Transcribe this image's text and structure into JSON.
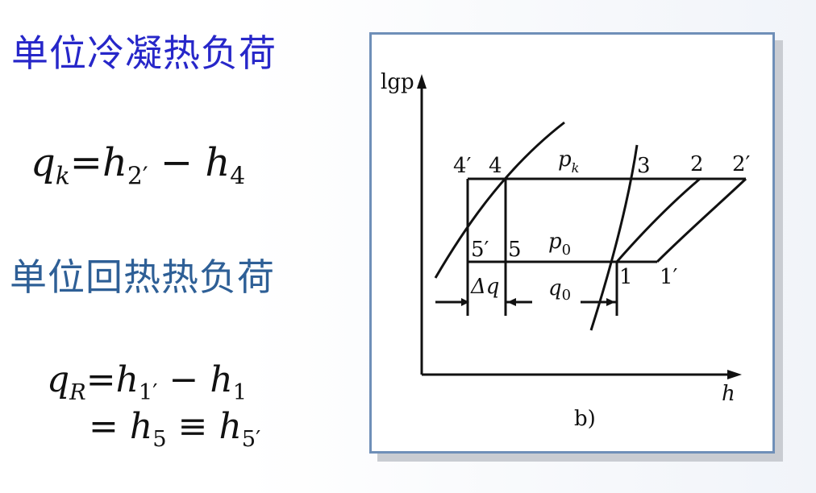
{
  "left": {
    "heading_condensing": "单位冷凝热负荷",
    "formula_qk": {
      "lhs": "q",
      "lhs_sub": "k",
      "eq": "=",
      "a": "h",
      "a_sub": "2′",
      "minus": "−",
      "b": "h",
      "b_sub": "4"
    },
    "heading_regen": "单位回热热负荷",
    "formula_qr": {
      "lhs": "q",
      "lhs_sub": "R",
      "eq": "=",
      "a": "h",
      "a_sub": "1′",
      "minus": "−",
      "b": "h",
      "b_sub": "1"
    },
    "formula_qr2": {
      "eq": "=",
      "a": "h",
      "a_sub": "5",
      "approx": "≡",
      "b": "h",
      "b_sub": "5′"
    }
  },
  "diagram": {
    "y_axis_label": "lgp",
    "x_axis_label": "h",
    "caption": "b)",
    "points": {
      "p4prime": "4′",
      "p4": "4",
      "p3": "3",
      "p2": "2",
      "p2prime": "2′",
      "p5prime": "5′",
      "p5": "5",
      "p1": "1",
      "p1prime": "1′"
    },
    "pk": "p",
    "pk_sub": "k",
    "p0": "p",
    "p0_sub": "0",
    "dq": "Δq",
    "q0": "q",
    "q0_sub": "0"
  }
}
